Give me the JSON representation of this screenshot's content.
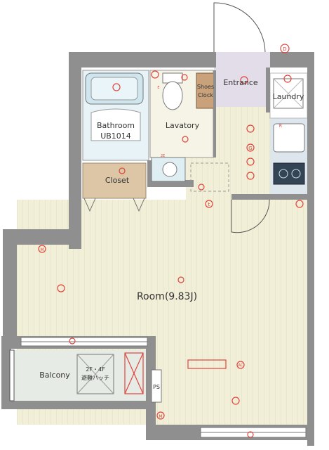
{
  "rooms": {
    "entrance": "Entrance",
    "shoes_line1": "Shoes",
    "shoes_line2": "Clock",
    "laundry": "Laundry",
    "bathroom_line1": "Bathroom",
    "bathroom_line2": "UB1014",
    "lavatory": "Lavatory",
    "closet": "Closet",
    "room": "Room(9.83J)",
    "balcony": "Balcony",
    "hatch_line1": "2F・4F",
    "hatch_line2": "避難ハッチ",
    "ps": "PS"
  },
  "symbols": {
    "d": "D",
    "g": "G",
    "m": "M",
    "t": "t",
    "ac": "AC",
    "e": "E",
    "r": "R",
    "two_e": "2E"
  },
  "colors": {
    "wall": "#8f8f8f",
    "floor": "#f2efd9",
    "closet": "#dcc6a6",
    "shoes": "#c9a17a",
    "entrance": "#e2dde9",
    "kitchen": "#dce6ec",
    "bathroom": "#e7f3f6",
    "balcony": "#e6ece5",
    "symbol": "#e0443c"
  }
}
